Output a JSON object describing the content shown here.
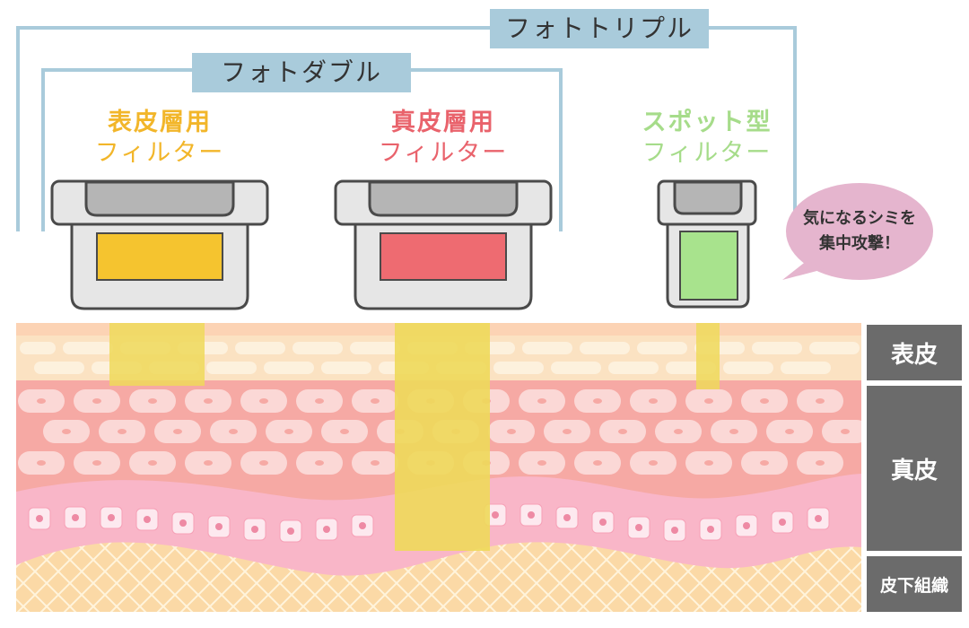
{
  "brackets": {
    "triple_label": "フォトトリプル",
    "double_label": "フォトダブル"
  },
  "filters": [
    {
      "line1": "表皮層用",
      "line2": "フィルター",
      "color": "#f5c42f",
      "text_color": "#f2b62a"
    },
    {
      "line1": "真皮層用",
      "line2": "フィルター",
      "color": "#ee6b71",
      "text_color": "#e9636c"
    },
    {
      "line1": "スポット型",
      "line2": "フィルター",
      "color": "#a8e38d",
      "text_color": "#a6dc8a"
    }
  ],
  "bubble": {
    "line1": "気になるシミを",
    "line2": "集中攻撃！",
    "color": "#e5b5ce"
  },
  "layers": {
    "epidermis": "表皮",
    "dermis": "真皮",
    "subcutis": "皮下組織"
  },
  "colors": {
    "bracket": "#a9cbdb",
    "label_bg": "#a9cbdb",
    "beam": "#eed95a",
    "tag_bg": "#6b6b6b"
  }
}
